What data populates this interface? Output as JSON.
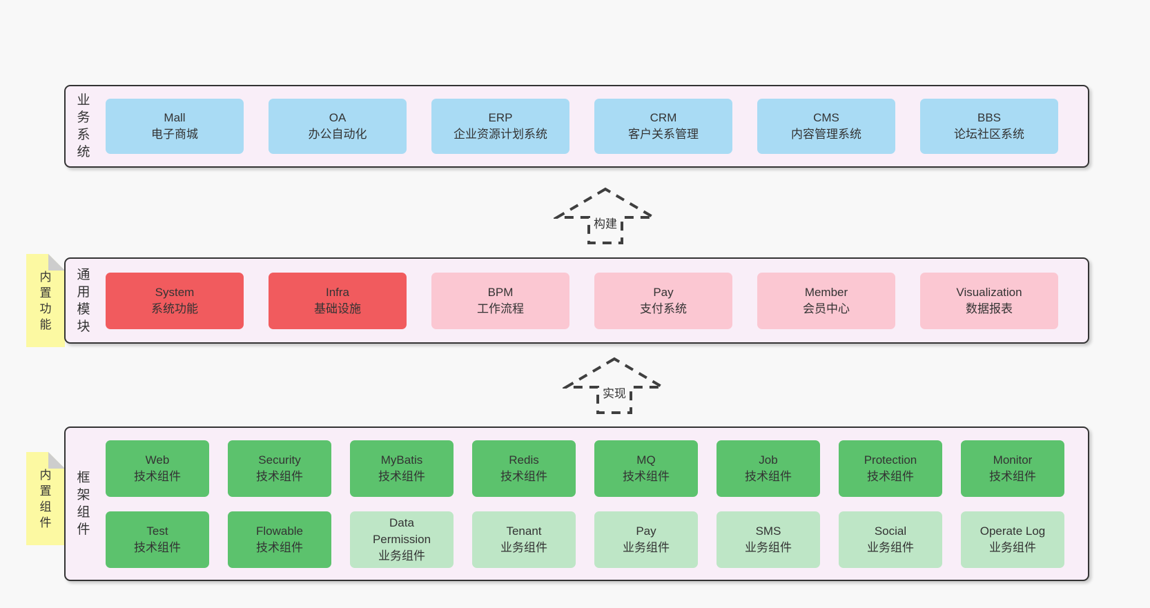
{
  "page": {
    "background": "#f8f8f8"
  },
  "colors": {
    "band_fill": "#f9eef8",
    "band_border": "#333333",
    "business_box": "#a9dbf4",
    "core_module_box": "#f15b5e",
    "optional_module_box": "#fbc7d2",
    "tech_component_box": "#5cc26d",
    "biz_component_box": "#bee6c6",
    "note_tab": "#fcf9a2",
    "note_fold": "#cdcdcd",
    "text": "#333333"
  },
  "arrows": [
    {
      "label": "构建"
    },
    {
      "label": "实现"
    }
  ],
  "bands": [
    {
      "label": "业务系统",
      "boxes": [
        {
          "title": "Mall",
          "subtitle": "电子商城",
          "variant": "blue"
        },
        {
          "title": "OA",
          "subtitle": "办公自动化",
          "variant": "blue"
        },
        {
          "title": "ERP",
          "subtitle": "企业资源计划系统",
          "variant": "blue"
        },
        {
          "title": "CRM",
          "subtitle": "客户关系管理",
          "variant": "blue"
        },
        {
          "title": "CMS",
          "subtitle": "内容管理系统",
          "variant": "blue"
        },
        {
          "title": "BBS",
          "subtitle": "论坛社区系统",
          "variant": "blue"
        }
      ]
    },
    {
      "label": "通用模块",
      "tab": "内置功能",
      "boxes": [
        {
          "title": "System",
          "subtitle": "系统功能",
          "variant": "red"
        },
        {
          "title": "Infra",
          "subtitle": "基础设施",
          "variant": "red"
        },
        {
          "title": "BPM",
          "subtitle": "工作流程",
          "variant": "pink"
        },
        {
          "title": "Pay",
          "subtitle": "支付系统",
          "variant": "pink"
        },
        {
          "title": "Member",
          "subtitle": "会员中心",
          "variant": "pink"
        },
        {
          "title": "Visualization",
          "subtitle": "数据报表",
          "variant": "pink"
        }
      ]
    },
    {
      "label": "框架组件",
      "tab": "内置组件",
      "rows": [
        [
          {
            "title": "Web",
            "subtitle": "技术组件",
            "variant": "green"
          },
          {
            "title": "Security",
            "subtitle": "技术组件",
            "variant": "green"
          },
          {
            "title": "MyBatis",
            "subtitle": "技术组件",
            "variant": "green"
          },
          {
            "title": "Redis",
            "subtitle": "技术组件",
            "variant": "green"
          },
          {
            "title": "MQ",
            "subtitle": "技术组件",
            "variant": "green"
          },
          {
            "title": "Job",
            "subtitle": "技术组件",
            "variant": "green"
          },
          {
            "title": "Protection",
            "subtitle": "技术组件",
            "variant": "green"
          },
          {
            "title": "Monitor",
            "subtitle": "技术组件",
            "variant": "green"
          }
        ],
        [
          {
            "title": "Test",
            "subtitle": "技术组件",
            "variant": "green"
          },
          {
            "title": "Flowable",
            "subtitle": "技术组件",
            "variant": "green"
          },
          {
            "title": "Data\nPermission",
            "subtitle": "业务组件",
            "variant": "lgreen"
          },
          {
            "title": "Tenant",
            "subtitle": "业务组件",
            "variant": "lgreen"
          },
          {
            "title": "Pay",
            "subtitle": "业务组件",
            "variant": "lgreen"
          },
          {
            "title": "SMS",
            "subtitle": "业务组件",
            "variant": "lgreen"
          },
          {
            "title": "Social",
            "subtitle": "业务组件",
            "variant": "lgreen"
          },
          {
            "title": "Operate Log",
            "subtitle": "业务组件",
            "variant": "lgreen"
          }
        ]
      ]
    }
  ]
}
